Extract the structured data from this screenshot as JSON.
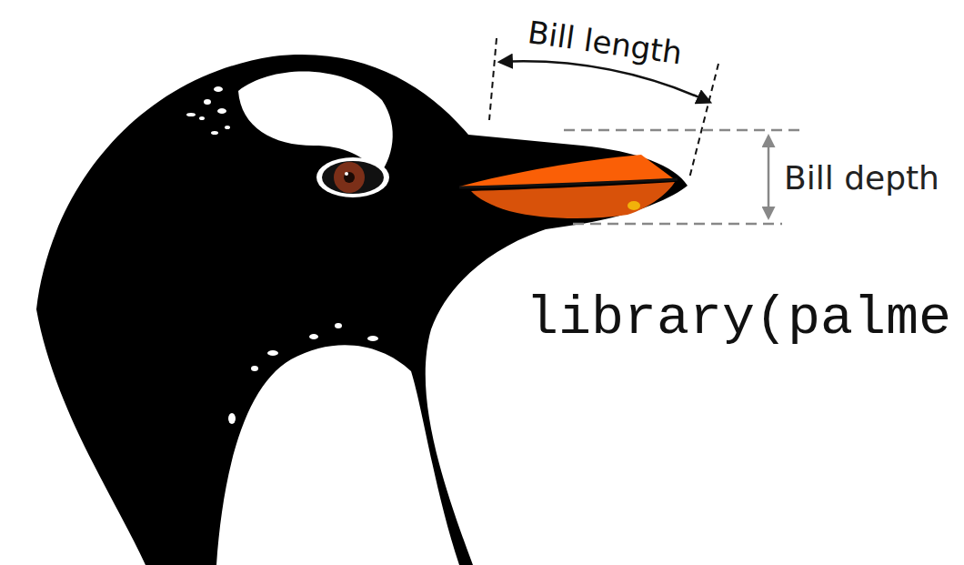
{
  "diagram": {
    "labels": [
      "Bill length",
      "Bill depth",
      "library(palme"
    ]
  }
}
